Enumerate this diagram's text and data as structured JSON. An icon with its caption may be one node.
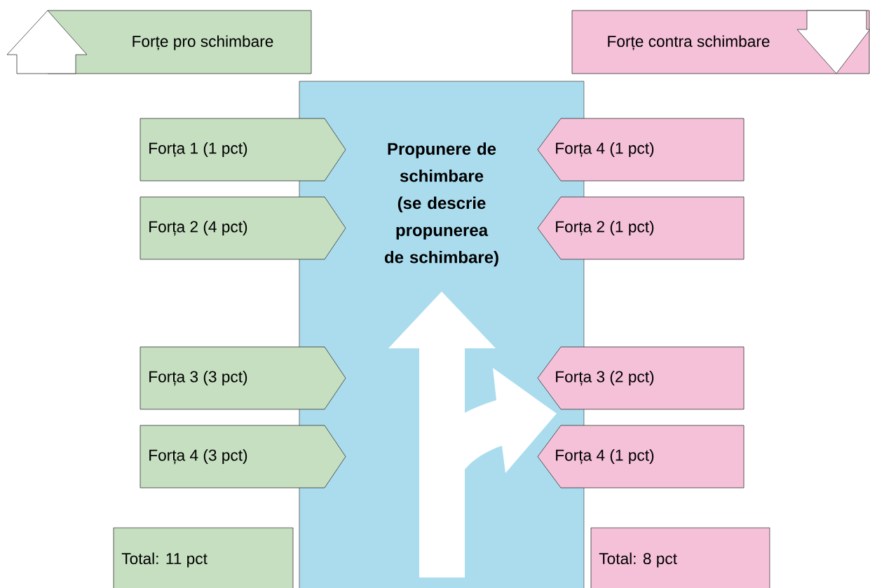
{
  "diagram": {
    "nodes": [
      {
        "text": [
          "Forțe pro schimbare"
        ]
      },
      {
        "text": [
          "Forțe contra schimbare"
        ]
      },
      {
        "text": [
          "Propunere de schimbare (se descrie propunerea de schimbare)"
        ]
      },
      {
        "text": [
          "Forța 1 (1 pct)"
        ]
      },
      {
        "text": [
          "Forța 2 (4 pct)"
        ]
      },
      {
        "text": [
          "Forța 3 (3 pct)"
        ]
      },
      {
        "text": [
          "Forța 4 (3 pct)"
        ]
      },
      {
        "text": [
          "Forța 4 (1 pct)"
        ]
      },
      {
        "text": [
          "Forța 2 (1 pct)"
        ]
      },
      {
        "text": [
          "Forța 3 (2 pct)"
        ]
      },
      {
        "text": [
          "Forța 4 (1 pct)"
        ]
      },
      {
        "text": [
          "Total: 11 pct"
        ]
      },
      {
        "text": [
          "Total: 8 pct"
        ]
      }
    ]
  }
}
